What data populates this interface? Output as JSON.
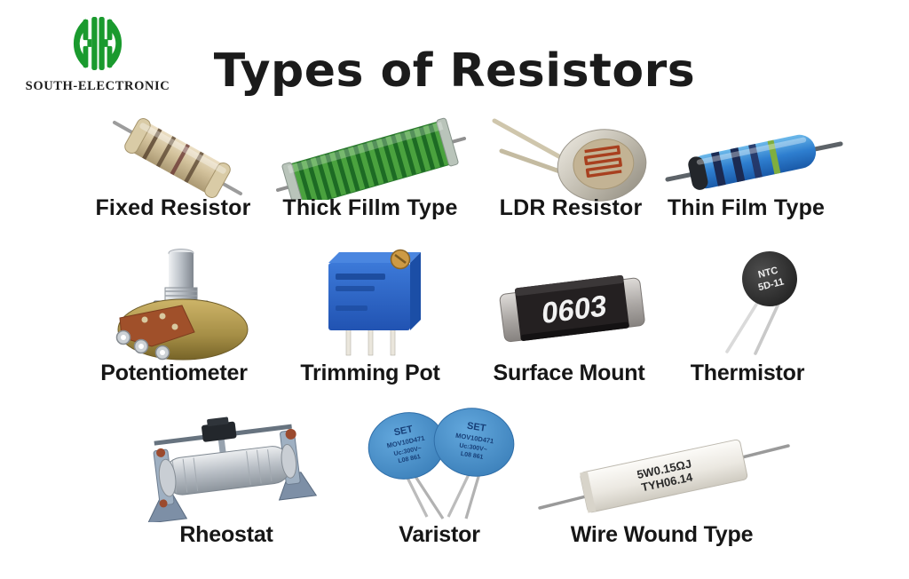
{
  "brand": {
    "name": "SOUTH-ELECTRONIC"
  },
  "title": "Types of Resistors",
  "items": [
    {
      "id": "fixed-resistor",
      "label": "Fixed Resistor"
    },
    {
      "id": "thick-film",
      "label": "Thick Fillm Type"
    },
    {
      "id": "ldr",
      "label": "LDR Resistor"
    },
    {
      "id": "thin-film",
      "label": "Thin Film Type"
    },
    {
      "id": "potentiometer",
      "label": "Potentiometer"
    },
    {
      "id": "trimming-pot",
      "label": "Trimming Pot"
    },
    {
      "id": "surface-mount",
      "label": "Surface Mount"
    },
    {
      "id": "thermistor",
      "label": "Thermistor"
    },
    {
      "id": "rheostat",
      "label": "Rheostat"
    },
    {
      "id": "varistor",
      "label": "Varistor"
    },
    {
      "id": "wire-wound",
      "label": "Wire Wound Type"
    }
  ],
  "markings": {
    "surface_mount": "0603",
    "thermistor": {
      "line1": "NTC",
      "line2": "5D-11"
    },
    "varistor": {
      "line1": "SET",
      "line2": "MOV10D471",
      "line3": "Uc:300V~",
      "line4": "L08 861"
    },
    "wire_wound": {
      "line1": "5W0.15ΩJ",
      "line2": "TYH06.14"
    }
  },
  "colors": {
    "logo_green": "#1a9a2e",
    "title_text": "#1b1b1b",
    "label_text": "#161616",
    "background": "#ffffff"
  }
}
